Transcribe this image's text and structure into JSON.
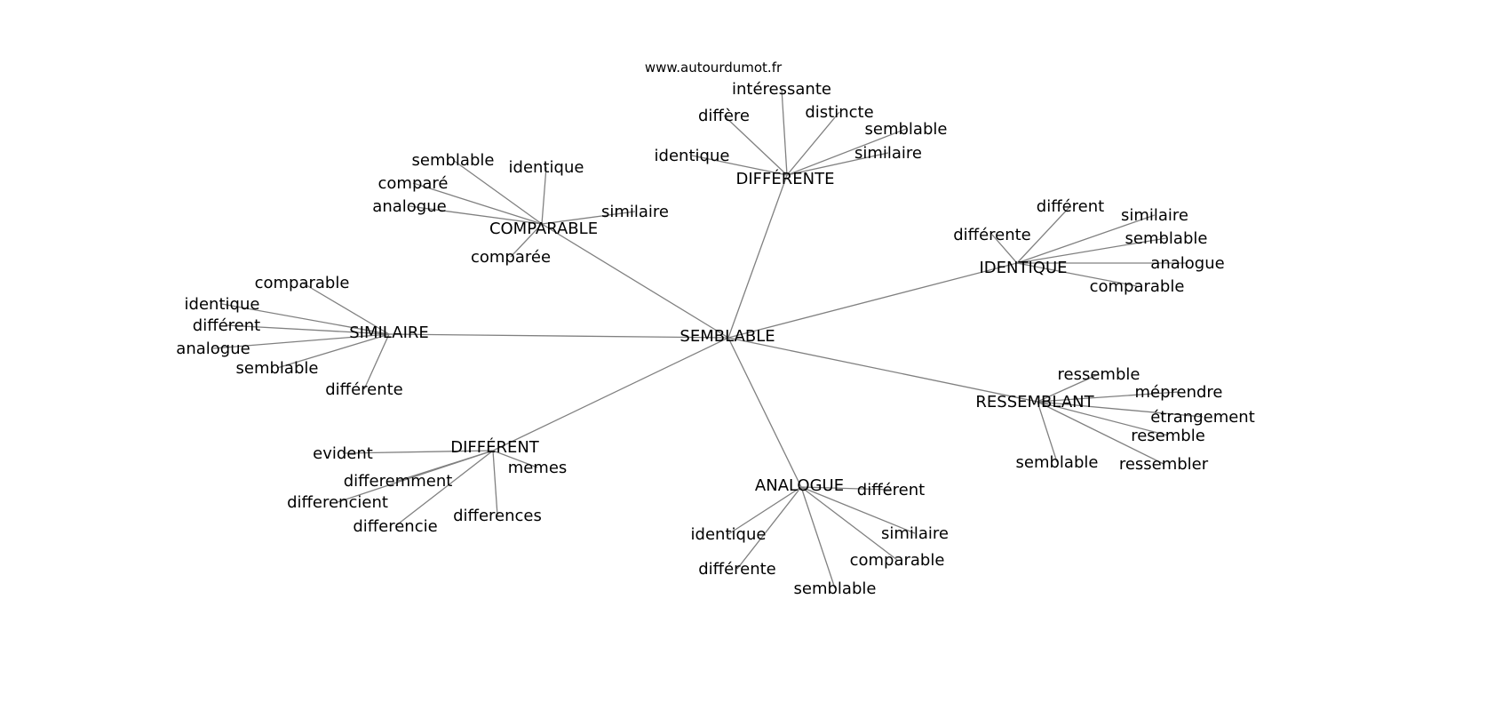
{
  "title": "www.autourdumot.fr",
  "graph": {
    "center": "SEMBLABLE",
    "hubs": [
      {
        "label": "SIMILAIRE",
        "children": [
          "comparable",
          "identique",
          "différent",
          "analogue",
          "semblable",
          "différente"
        ]
      },
      {
        "label": "COMPARABLE",
        "children": [
          "semblable",
          "identique",
          "comparé",
          "analogue",
          "similaire",
          "comparée"
        ]
      },
      {
        "label": "DIFFÉRENTE",
        "children": [
          "diffère",
          "intéressante",
          "distincte",
          "semblable",
          "similaire",
          "identique"
        ]
      },
      {
        "label": "IDENTIQUE",
        "children": [
          "différent",
          "similaire",
          "semblable",
          "analogue",
          "comparable",
          "différente"
        ]
      },
      {
        "label": "RESSEMBLANT",
        "children": [
          "ressemble",
          "méprendre",
          "étrangement",
          "resemble",
          "ressembler",
          "semblable"
        ]
      },
      {
        "label": "DIFFÉRENT",
        "children": [
          "evident",
          "differemment",
          "differencient",
          "differencie",
          "differences",
          "memes"
        ]
      },
      {
        "label": "ANALOGUE",
        "children": [
          "différent",
          "identique",
          "différente",
          "semblable",
          "comparable",
          "similaire"
        ]
      }
    ]
  }
}
